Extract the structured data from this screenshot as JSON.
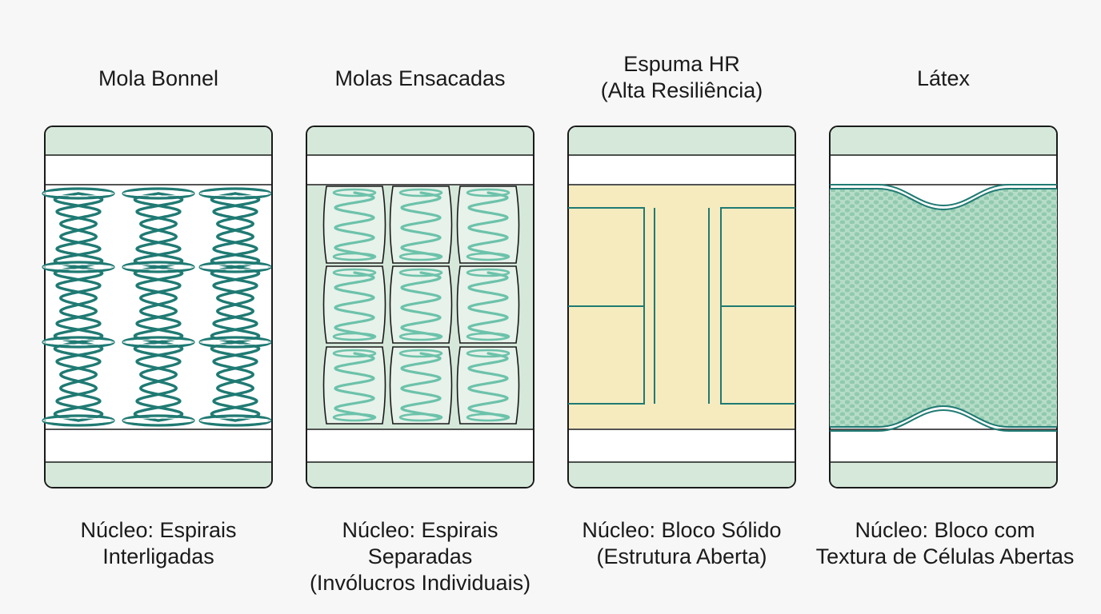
{
  "diagram": {
    "panels": [
      {
        "id": "bonnell",
        "title": [
          "Mola Bonnel"
        ],
        "caption": [
          "Núcleo: Espirais",
          "Interligadas"
        ]
      },
      {
        "id": "pocket",
        "title": [
          "Molas Ensacadas"
        ],
        "caption": [
          "Núcleo: Espirais",
          "Separadas",
          "(Invólucros Individuais)"
        ]
      },
      {
        "id": "foam",
        "title": [
          "Espuma HR",
          "(Alta Resiliência)"
        ],
        "caption": [
          "Núcleo: Bloco Sólido",
          "(Estrutura Aberta)"
        ]
      },
      {
        "id": "latex",
        "title": [
          "Látex"
        ],
        "caption": [
          "Núcleo: Bloco com",
          "Textura de Células Abertas"
        ]
      }
    ],
    "colors": {
      "layer_green": "#d5e8da",
      "coil_dark": "#1f7a73",
      "coil_light": "#6cc2aa",
      "foam_yellow": "#f5ebbf",
      "latex_green": "#b6dcc7",
      "latex_dot": "#90caaf",
      "outline": "#1a1a1a"
    }
  }
}
